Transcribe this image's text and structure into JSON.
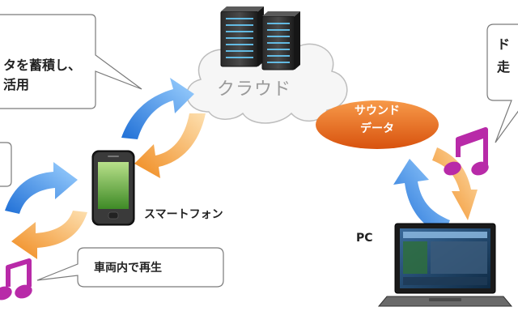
{
  "cloud_label": "クラウド",
  "smartphone_label": "スマートフォン",
  "pc_label": "PC",
  "sound_data_label": [
    "サウンド",
    "データ"
  ],
  "callout_top_left": [
    "タを蓄積し、",
    "活用"
  ],
  "callout_bottom": "車両内で再生",
  "callout_right": [
    "ド",
    "走"
  ],
  "colors": {
    "blue_arrow": "#4aa0e8",
    "orange_arrow": "#f2a64a",
    "sound_badge": "#ea6a1c",
    "music_note": "#b82aa8",
    "phone_screen": "#5aa83a"
  },
  "icons": [
    "server-icon",
    "cloud-icon",
    "smartphone-icon",
    "laptop-icon",
    "music-note-icon"
  ]
}
